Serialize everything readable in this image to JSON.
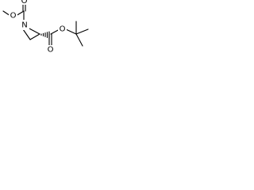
{
  "molecule": {
    "atoms": {
      "methoxy_oxygen": "O",
      "carbamate_oxygen": "O",
      "aziridine_nitrogen": "N",
      "ester_carbonyl_oxygen": "O",
      "ester_oxygen": "O"
    }
  }
}
